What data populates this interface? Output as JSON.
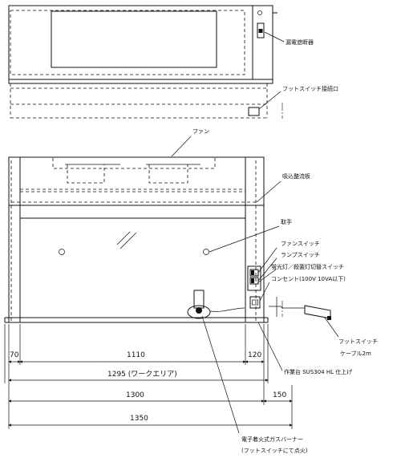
{
  "labels": {
    "breaker": "漏電遮断器",
    "foot_switch_port": "フットスイッチ接続口",
    "fan": "ファン",
    "baffle": "吸込整流板",
    "handle": "取手",
    "fan_switch": "ファンスイッチ",
    "lamp_switch": "ランプスイッチ",
    "uv_lamp_switch": "蛍光灯／殺菌灯切替スイッチ",
    "outlet": "コンセント(100V 10VA以下)",
    "foot_switch": "フットスイッチ",
    "cable": "ケーブル2m",
    "worktop": "作業台 SUS304 HL 仕上げ",
    "burner_line1": "電子着火式ガスバーナー",
    "burner_line2": "(フットスイッチにて点火)"
  },
  "dimensions": {
    "left_margin": "70",
    "inner_width": "1110",
    "right_margin": "120",
    "work_area": "1295 (ワークエリア)",
    "width_1300": "1300",
    "side_150": "150",
    "overall": "1350"
  }
}
